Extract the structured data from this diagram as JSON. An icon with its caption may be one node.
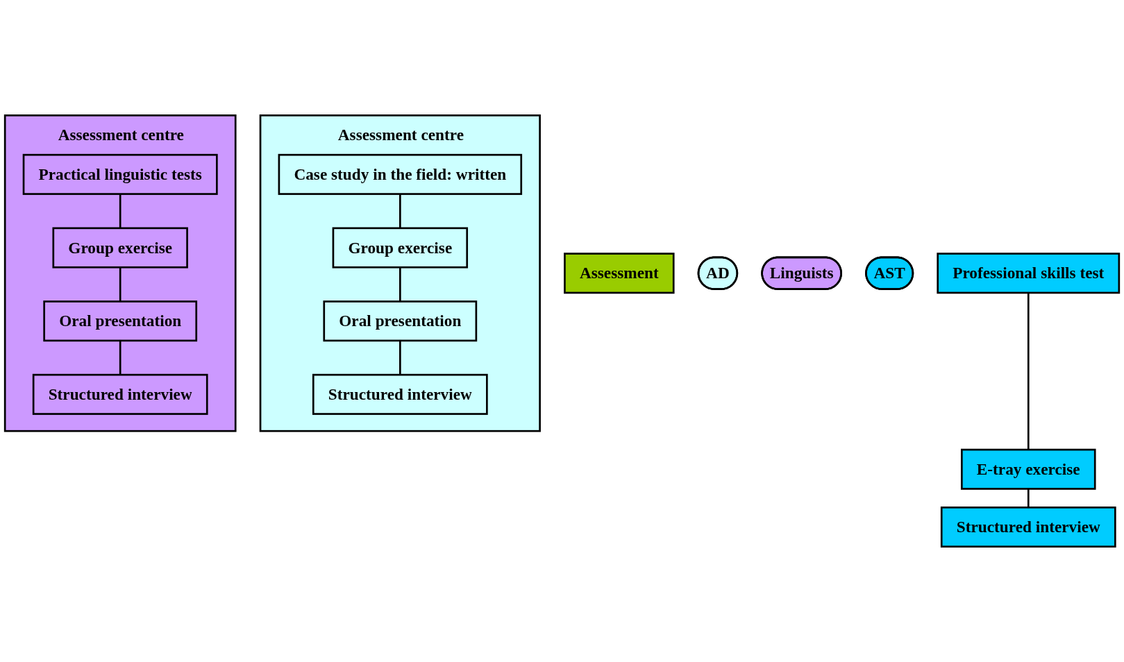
{
  "diagram": {
    "nodes": [
      {
        "text": [
          "Assessment"
        ]
      },
      {
        "text": [
          "AD"
        ]
      },
      {
        "text": [
          "Linguists"
        ]
      },
      {
        "text": [
          "AST"
        ]
      },
      {
        "text": [
          "Assessment centre"
        ]
      },
      {
        "text": [
          "Case study in the field: written"
        ],
        "in": 4
      },
      {
        "text": [
          "Group exercise"
        ],
        "in": 4
      },
      {
        "text": [
          "Oral presentation"
        ],
        "in": 4
      },
      {
        "text": [
          "Structured interview"
        ],
        "in": 4
      },
      {
        "text": [
          "Assessment centre"
        ]
      },
      {
        "text": [
          "Practical linguistic tests"
        ],
        "in": 9
      },
      {
        "text": [
          "Group exercise"
        ],
        "in": 9
      },
      {
        "text": [
          "Oral presentation"
        ],
        "in": 9
      },
      {
        "text": [
          "Structured interview"
        ],
        "in": 9
      },
      {
        "text": [
          "Professional skills test"
        ]
      },
      {
        "text": [
          "E-tray exercise"
        ]
      },
      {
        "text": [
          "Structured interview"
        ]
      }
    ],
    "edges": [
      {
        "from": 5,
        "to": 6,
        "arrow": "none"
      },
      {
        "from": 6,
        "to": 7,
        "arrow": "none"
      },
      {
        "from": 7,
        "to": 8,
        "arrow": "none"
      },
      {
        "from": 10,
        "to": 11,
        "arrow": "none"
      },
      {
        "from": 11,
        "to": 12,
        "arrow": "none"
      },
      {
        "from": 12,
        "to": 13,
        "arrow": "none"
      },
      {
        "from": 14,
        "to": 15,
        "arrow": "none"
      },
      {
        "from": 15,
        "to": 16,
        "arrow": "none"
      }
    ]
  }
}
